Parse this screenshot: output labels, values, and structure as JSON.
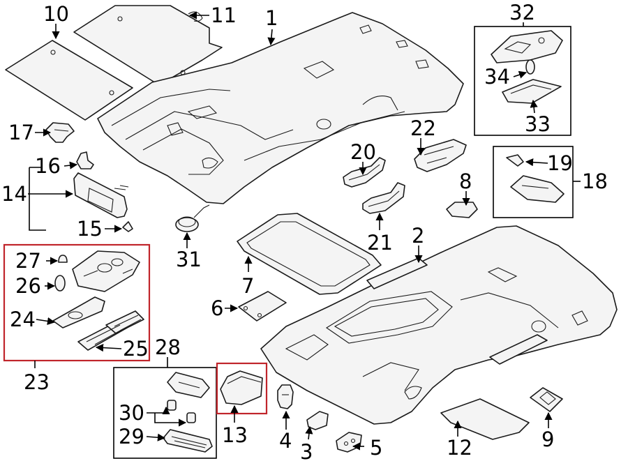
{
  "colors": {
    "highlight": "#c0252b",
    "line": "#000000"
  },
  "callouts": {
    "c1": "1",
    "c2": "2",
    "c3": "3",
    "c4": "4",
    "c5": "5",
    "c6": "6",
    "c7": "7",
    "c8": "8",
    "c9": "9",
    "c10": "10",
    "c11": "11",
    "c12": "12",
    "c13": "13",
    "c14": "14",
    "c15": "15",
    "c16": "16",
    "c17": "17",
    "c18": "18",
    "c19": "19",
    "c20": "20",
    "c21": "21",
    "c22": "22",
    "c23": "23",
    "c24": "24",
    "c25": "25",
    "c26": "26",
    "c27": "27",
    "c28": "28",
    "c29": "29",
    "c30": "30",
    "c31": "31",
    "c32": "32",
    "c33": "33",
    "c34": "34"
  }
}
